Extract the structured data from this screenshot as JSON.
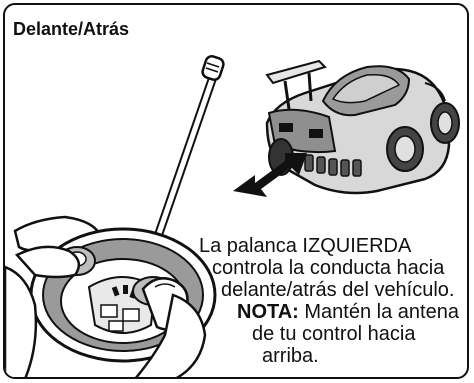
{
  "panel": {
    "title": "Delante/Atrás"
  },
  "description": {
    "line1": "La palanca IZQUIERDA",
    "line2": "controla la conducta hacia",
    "line3": "delante/atrás del vehículo.",
    "note_label": "NOTA:",
    "line4_rest": " Mantén la antena",
    "line5": "de tu control hacia",
    "line6": "arriba."
  },
  "icons": [
    "car-illustration",
    "double-arrow-icon",
    "remote-control-illustration",
    "antenna",
    "hands-illustration"
  ],
  "colors": {
    "ink": "#111111",
    "background": "#ffffff",
    "shade": "#9a9a9a"
  }
}
